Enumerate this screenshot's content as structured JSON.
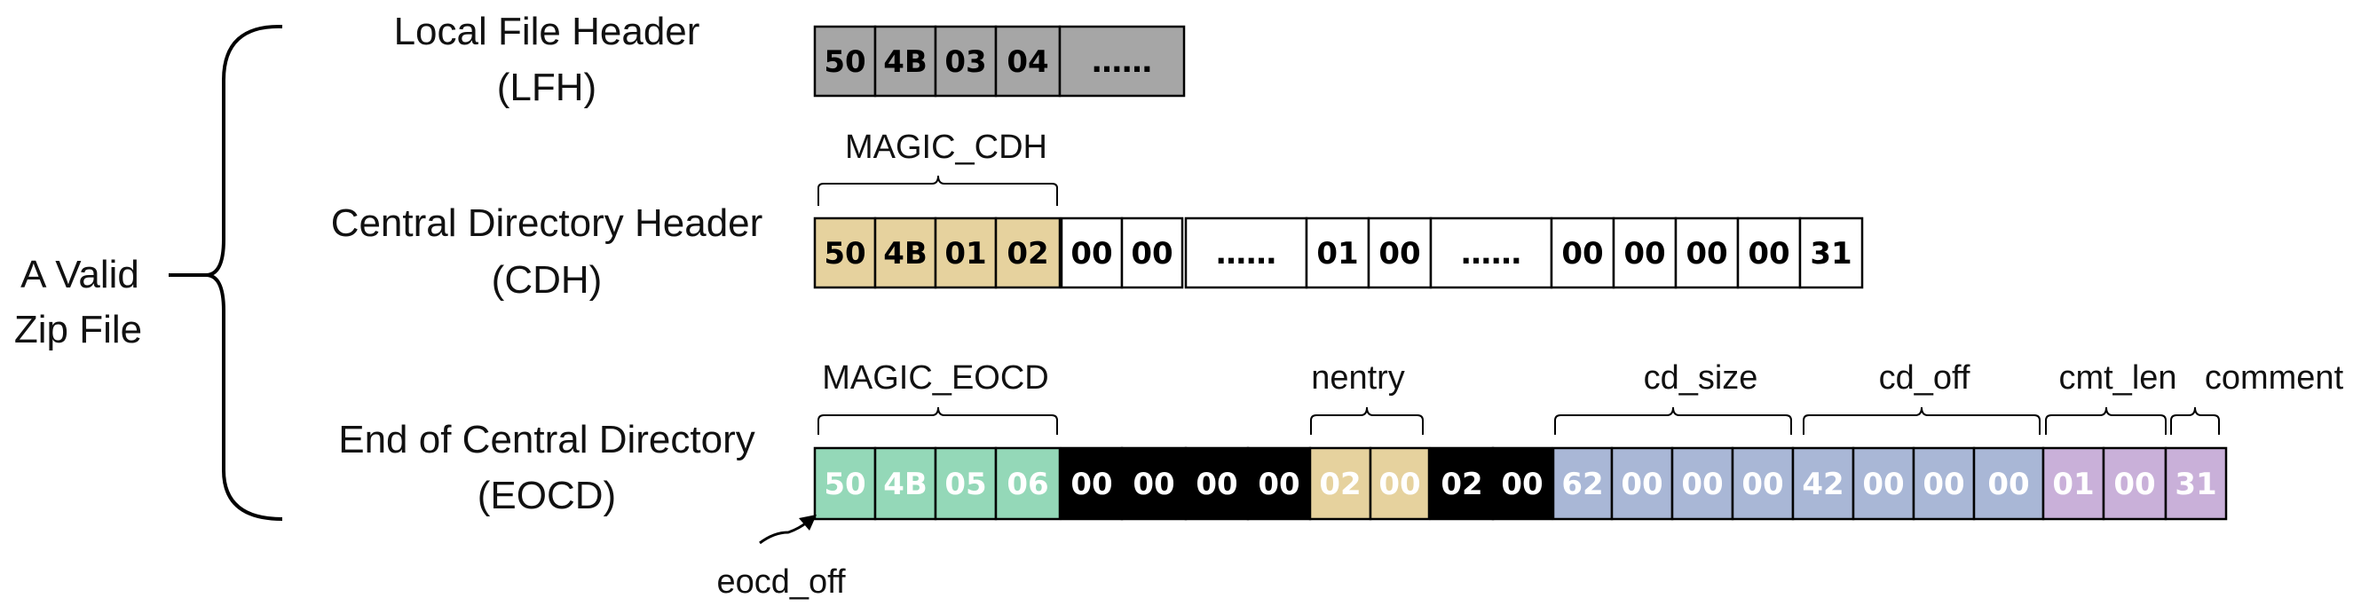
{
  "colors": {
    "lfh": "#a6a6a6",
    "cdh_magic": "#e6d29e",
    "eocd_magic": "#94d8b8",
    "eocd_black": "#000000",
    "eocd_nentry": "#e6d29e",
    "eocd_cd_size": "#a9b7d6",
    "eocd_cd_off": "#a9b7d6",
    "eocd_cmt_len": "#c9b0d9",
    "eocd_comment": "#c9b0d9",
    "text_dark": "#000000",
    "text_light": "#ffffff"
  },
  "outer": {
    "label_line1": "A Valid",
    "label_line2": "Zip File"
  },
  "lfh": {
    "label_line1": "Local File Header",
    "label_line2": "(LFH)",
    "cells": [
      "50",
      "4B",
      "03",
      "04",
      "……"
    ]
  },
  "cdh": {
    "label_line1": "Central Directory Header",
    "label_line2": "(CDH)",
    "brace_label": "MAGIC_CDH",
    "cells": [
      "50",
      "4B",
      "01",
      "02",
      "00",
      "00",
      "……",
      "01",
      "00",
      "……",
      "00",
      "00",
      "00",
      "00",
      "31"
    ]
  },
  "eocd": {
    "label_line1": "End of Central Directory",
    "label_line2": "(EOCD)",
    "cells": [
      "50",
      "4B",
      "05",
      "06",
      "00",
      "00",
      "00",
      "00",
      "02",
      "00",
      "02",
      "00",
      "62",
      "00",
      "00",
      "00",
      "42",
      "00",
      "00",
      "00",
      "01",
      "00",
      "31"
    ],
    "fields": {
      "magic": "MAGIC_EOCD",
      "nentry": "nentry",
      "cd_size": "cd_size",
      "cd_off": "cd_off",
      "cmt_len": "cmt_len",
      "comment": "comment"
    },
    "pointer_label": "eocd_off"
  }
}
